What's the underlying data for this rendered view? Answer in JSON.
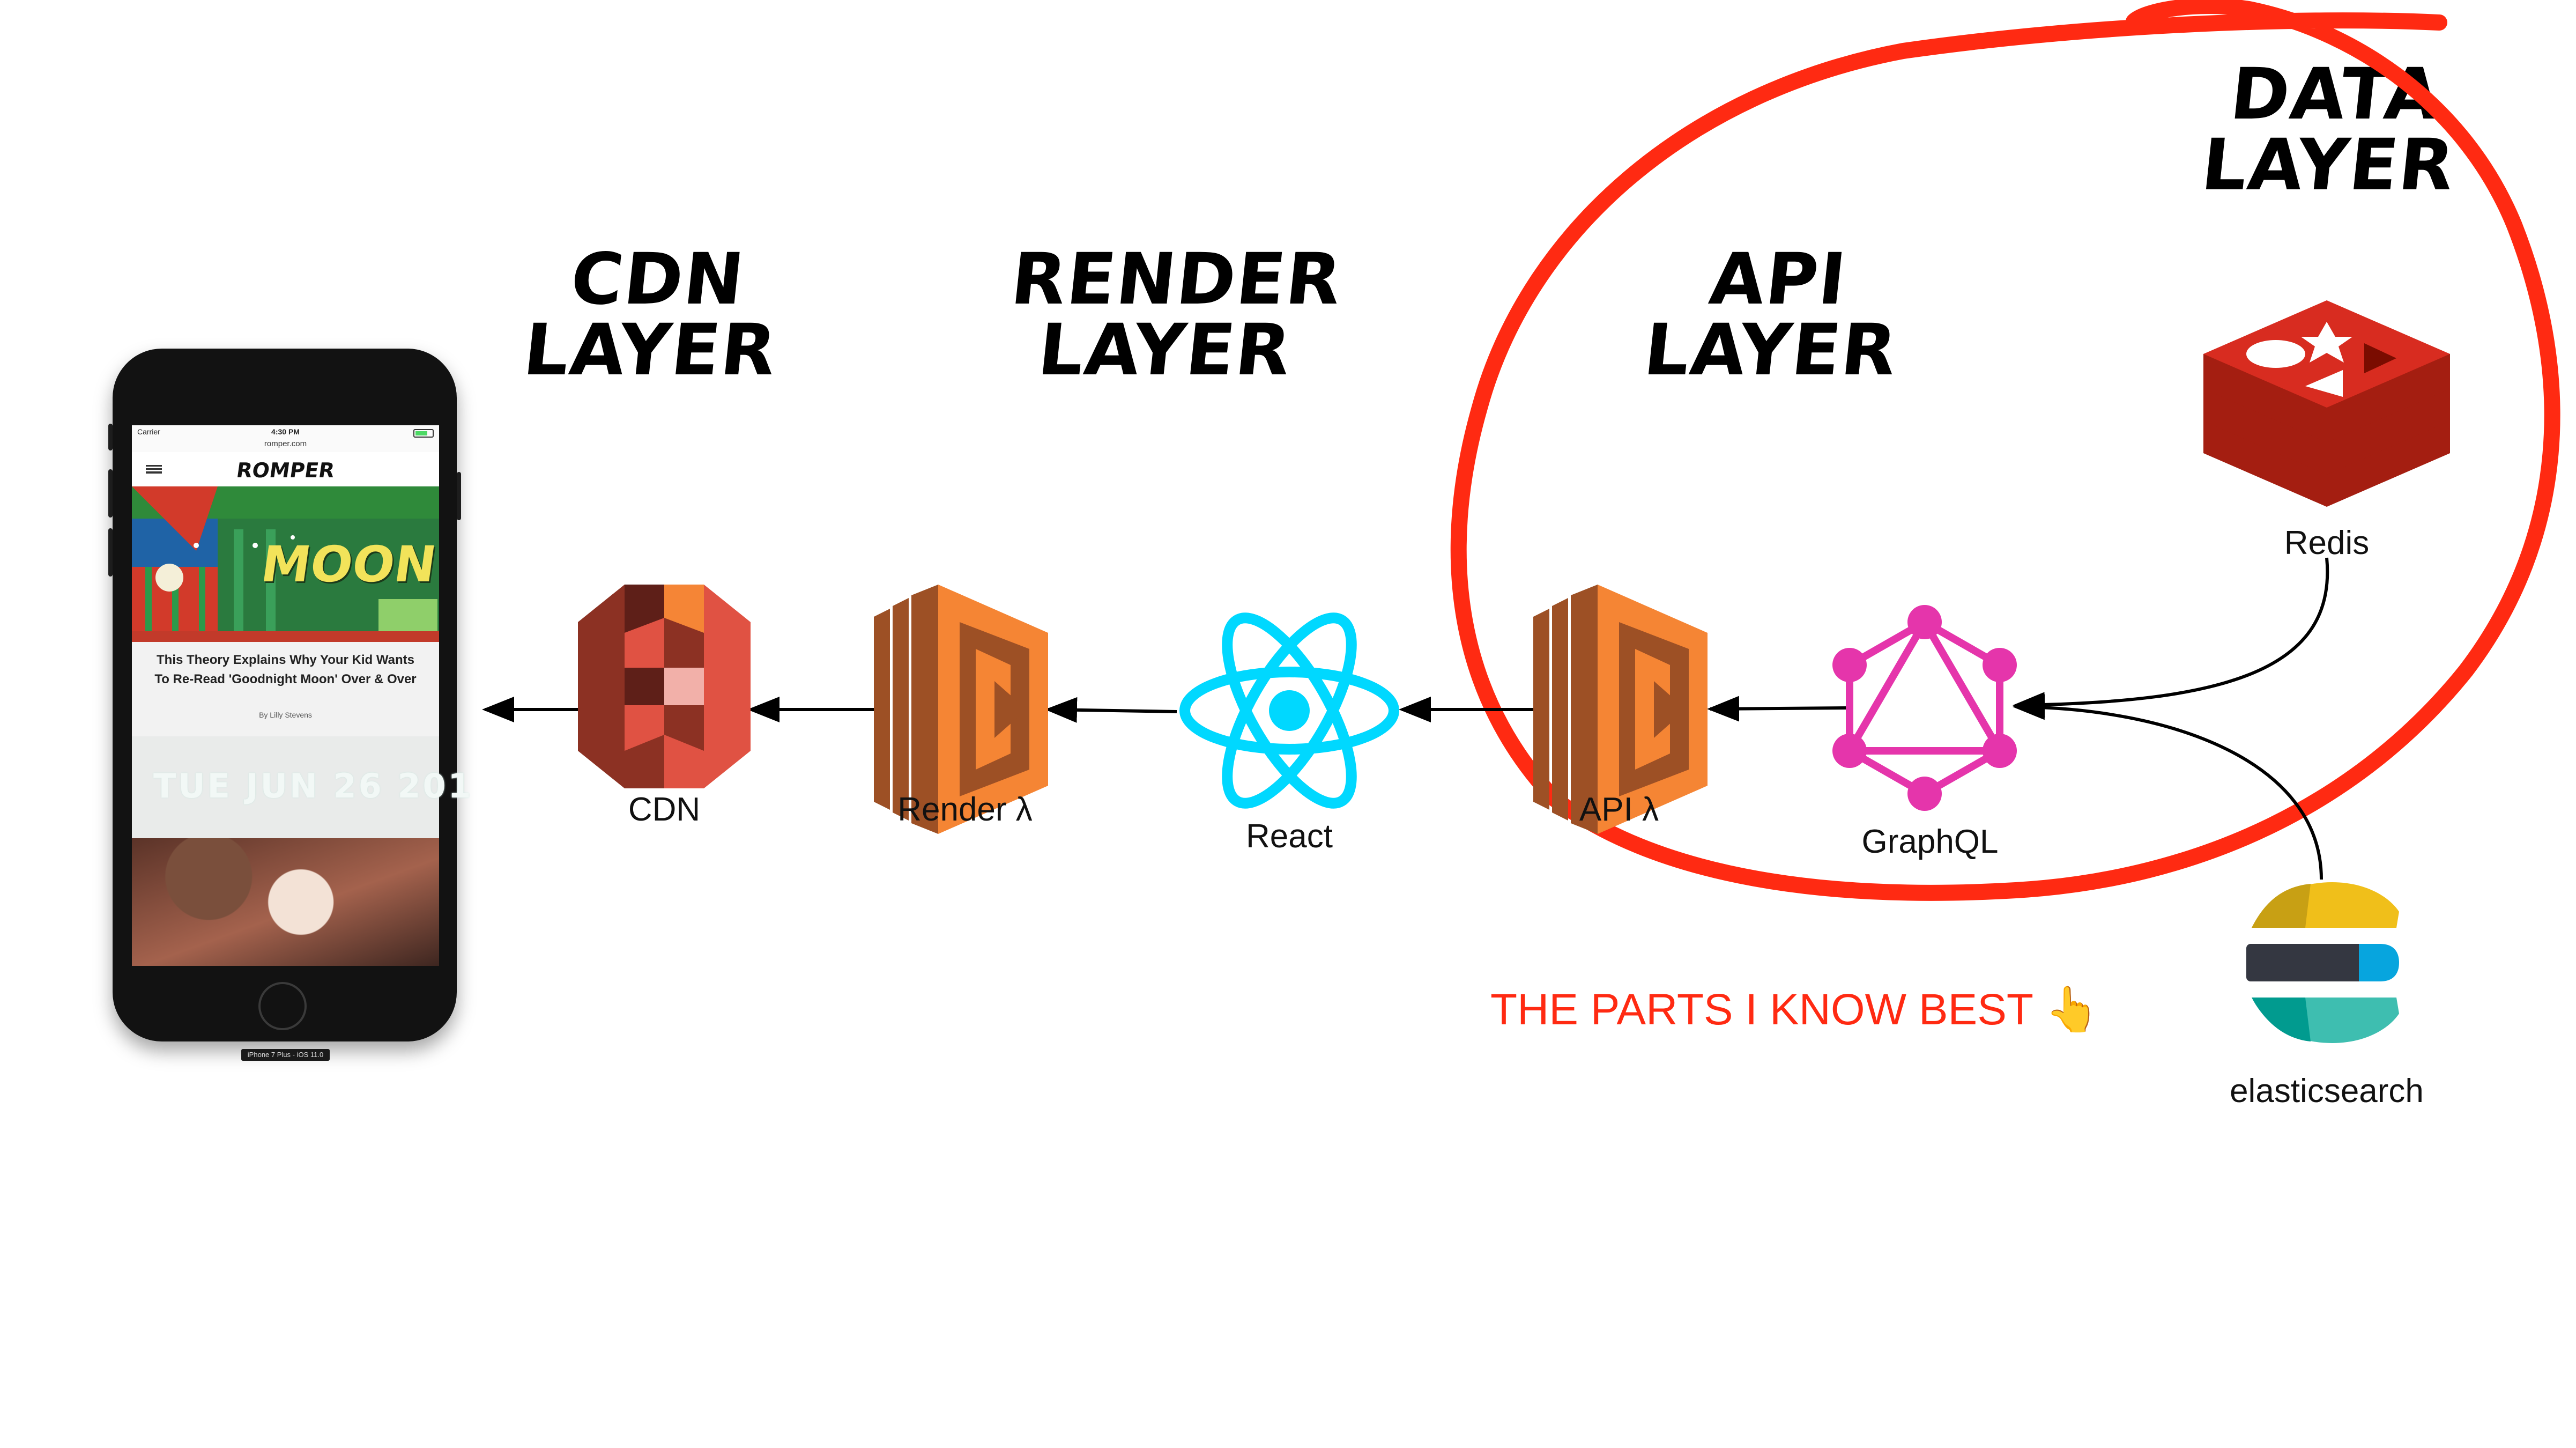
{
  "layers": {
    "cdn": "CDN\nLAYER",
    "render": "RENDER\nLAYER",
    "api": "API\nLAYER",
    "data": "DATA\nLAYER"
  },
  "components": {
    "cdn": "CDN",
    "render_lambda": "Render λ",
    "react": "React",
    "api_lambda": "API λ",
    "graphql": "GraphQL",
    "redis": "Redis",
    "elasticsearch": "elasticsearch"
  },
  "note": "THE PARTS I KNOW BEST 👆",
  "phone": {
    "carrier": "Carrier",
    "time": "4:30 PM",
    "url": "romper.com",
    "logo": "ROMPER",
    "hero_text": "MOON",
    "article_title": "This Theory Explains Why Your Kid Wants To Re-Read 'Goodnight Moon' Over & Over",
    "byline": "By Lilly Stevens",
    "date_banner": "TUE JUN 26 201",
    "device_caption": "iPhone 7 Plus - iOS 11.0"
  },
  "colors": {
    "annotation_red": "#ff2a12",
    "aws_red": "#e05243",
    "aws_orange": "#f58534",
    "react_cyan": "#00d8ff",
    "graphql_pink": "#e535ab",
    "redis_red": "#d82c20",
    "elastic_yellow": "#f0bf1a",
    "elastic_blue": "#07a5de",
    "elastic_teal": "#3ebeb0"
  },
  "icons": [
    "amazon-s3-icon",
    "aws-lambda-icon",
    "react-icon",
    "graphql-icon",
    "redis-icon",
    "elasticsearch-icon"
  ]
}
